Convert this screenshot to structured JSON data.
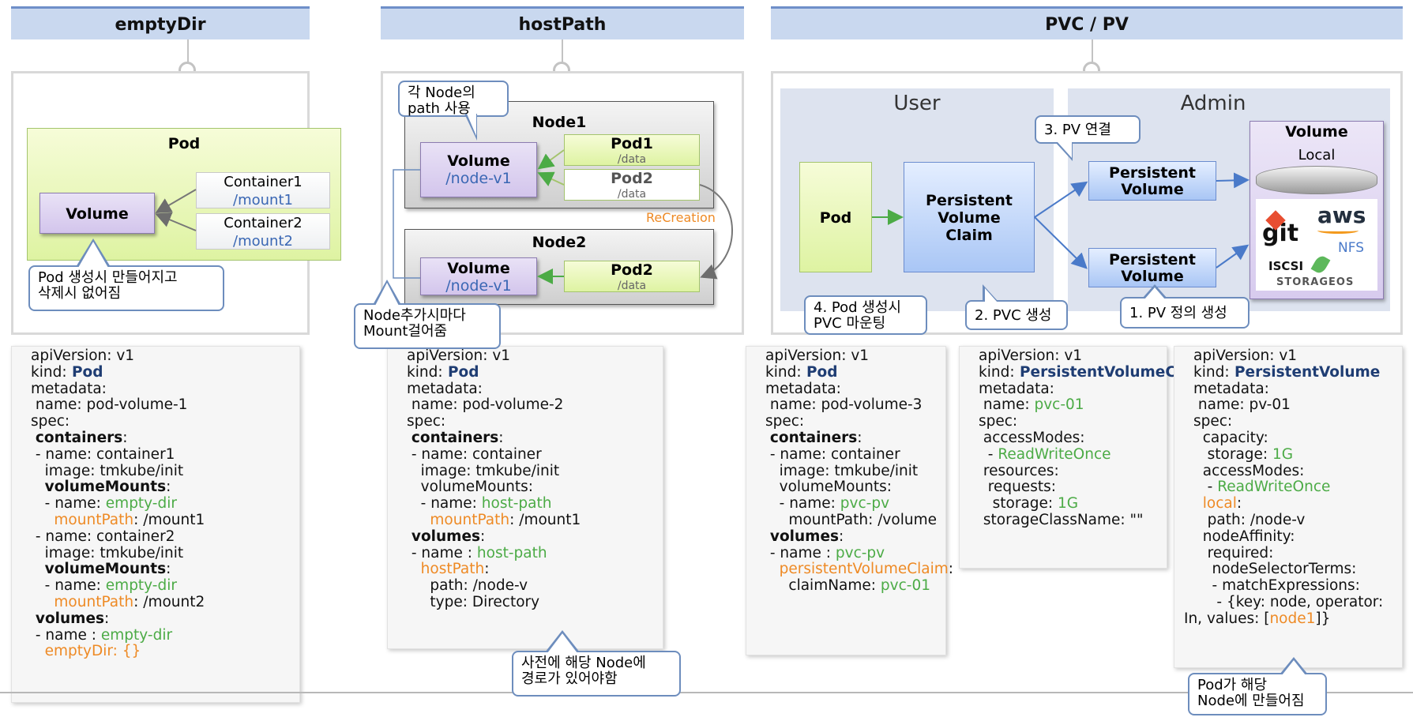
{
  "headers": {
    "emptydir": "emptyDir",
    "hostpath": "hostPath",
    "pvc": "PVC / PV"
  },
  "emptydir": {
    "pod_label": "Pod",
    "volume_label": "Volume",
    "container1": {
      "name": "Container1",
      "path": "/mount1"
    },
    "container2": {
      "name": "Container2",
      "path": "/mount2"
    },
    "callout": [
      "Pod 생성시 만들어지고",
      "삭제시 없어짐"
    ]
  },
  "hostpath": {
    "callout_top": [
      "각 Node의",
      "path 사용"
    ],
    "node1": {
      "label": "Node1",
      "volume": "Volume",
      "volume_path": "/node-v1",
      "pod1": "Pod1",
      "pod1_path": "/data",
      "pod2": "Pod2",
      "pod2_path": "/data"
    },
    "recreation": "ReCreation",
    "node2": {
      "label": "Node2",
      "volume": "Volume",
      "volume_path": "/node-v1",
      "pod2": "Pod2",
      "pod2_path": "/data"
    },
    "callout_bottom": [
      "Node추가시마다",
      "Mount걸어줌"
    ],
    "callout_code": [
      "사전에 해당 Node에",
      "경로가 있어야함"
    ]
  },
  "pvc": {
    "user_label": "User",
    "admin_label": "Admin",
    "pod": "Pod",
    "pvc": [
      "Persistent",
      "Volume",
      "Claim"
    ],
    "pv1": [
      "Persistent",
      "Volume"
    ],
    "pv2": [
      "Persistent",
      "Volume"
    ],
    "volume_title": "Volume",
    "volume_local": "Local",
    "logos": {
      "git": "git",
      "aws": "aws",
      "nfs": "NFS",
      "iscsi": "ISCSI",
      "storageos": "STORAGEOS"
    },
    "callout_pv_link": "3. PV 연결",
    "callout_pod": [
      "4. Pod 생성시",
      "PVC 마운팅"
    ],
    "callout_pvc": "2. PVC 생성",
    "callout_pv_def": "1. PV 정의 생성",
    "callout_code": [
      "Pod가 해당",
      "Node에 만들어짐"
    ]
  },
  "code1": [
    "apiVersion: v1",
    "kind: Pod",
    "metadata:",
    " name: pod-volume-1",
    "spec:",
    " containers:",
    " - name: container1",
    "   image: tmkube/init",
    "   volumeMounts:",
    "   - name: empty-dir",
    "     mountPath: /mount1",
    " - name: container2",
    "   image: tmkube/init",
    "   volumeMounts:",
    "   - name: empty-dir",
    "     mountPath: /mount2",
    " volumes:",
    " - name : empty-dir",
    "   emptyDir: {}"
  ],
  "code2": [
    "apiVersion: v1",
    "kind: Pod",
    "metadata:",
    " name: pod-volume-2",
    "spec:",
    " containers:",
    " - name: container",
    "   image: tmkube/init",
    "   volumeMounts:",
    "   - name: host-path",
    "     mountPath: /mount1",
    " volumes:",
    " - name : host-path",
    "   hostPath:",
    "     path: /node-v",
    "     type: Directory"
  ],
  "code3": [
    "apiVersion: v1",
    "kind: Pod",
    "metadata:",
    " name: pod-volume-3",
    "spec:",
    " containers:",
    " - name: container",
    "   image: tmkube/init",
    "   volumeMounts:",
    "   - name: pvc-pv",
    "     mountPath: /volume",
    " volumes:",
    " - name : pvc-pv",
    "   persistentVolumeClaim:",
    "     claimName: pvc-01"
  ],
  "code4": [
    "apiVersion: v1",
    "kind: PersistentVolumeClaim",
    "metadata:",
    " name: pvc-01",
    "spec:",
    " accessModes:",
    "  - ReadWriteOnce",
    " resources:",
    "  requests:",
    "   storage: 1G",
    " storageClassName: \"\""
  ],
  "code5": [
    "apiVersion: v1",
    "kind: PersistentVolume",
    "metadata:",
    " name: pv-01",
    "spec:",
    "  capacity:",
    "   storage: 1G",
    "  accessModes:",
    "   - ReadWriteOnce",
    "  local:",
    "   path: /node-v",
    "  nodeAffinity:",
    "   required:",
    "    nodeSelectorTerms:",
    "    - matchExpressions:",
    "     - {key: node, operator:",
    "In, values: [node1]}"
  ],
  "colors": {
    "header_bg": "#c9d8ef",
    "header_border": "#6f8fc9",
    "green_value": "#4cab46",
    "orange_key": "#ee8a25",
    "kind_value": "#1f3d73",
    "callout_border": "#6d8dbd"
  }
}
